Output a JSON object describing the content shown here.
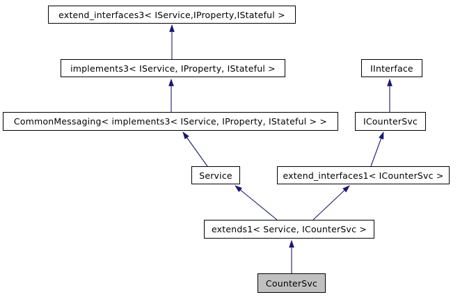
{
  "diagram": {
    "type": "class-inheritance-graph",
    "arrow_color": "#191970",
    "node_border_color": "#000000",
    "node_fill_color": "#ffffff",
    "current_node_fill_color": "#c0c0c0",
    "nodes": [
      {
        "id": "extend_interfaces3",
        "label": "extend_interfaces3< IService,IProperty,IStateful >"
      },
      {
        "id": "implements3",
        "label": "implements3< IService, IProperty, IStateful >"
      },
      {
        "id": "CommonMessaging",
        "label": "CommonMessaging< implements3< IService, IProperty, IStateful > >"
      },
      {
        "id": "IInterface",
        "label": "IInterface"
      },
      {
        "id": "ICounterSvc",
        "label": "ICounterSvc"
      },
      {
        "id": "Service",
        "label": "Service"
      },
      {
        "id": "extend_interfaces1",
        "label": "extend_interfaces1< ICounterSvc >"
      },
      {
        "id": "extends1",
        "label": "extends1< Service, ICounterSvc >"
      },
      {
        "id": "CounterSvc",
        "label": "CounterSvc"
      }
    ],
    "edges": [
      {
        "from": "implements3",
        "to": "extend_interfaces3"
      },
      {
        "from": "CommonMessaging",
        "to": "implements3"
      },
      {
        "from": "Service",
        "to": "CommonMessaging"
      },
      {
        "from": "ICounterSvc",
        "to": "IInterface"
      },
      {
        "from": "extend_interfaces1",
        "to": "ICounterSvc"
      },
      {
        "from": "extends1",
        "to": "Service"
      },
      {
        "from": "extends1",
        "to": "extend_interfaces1"
      },
      {
        "from": "CounterSvc",
        "to": "extends1"
      }
    ]
  }
}
